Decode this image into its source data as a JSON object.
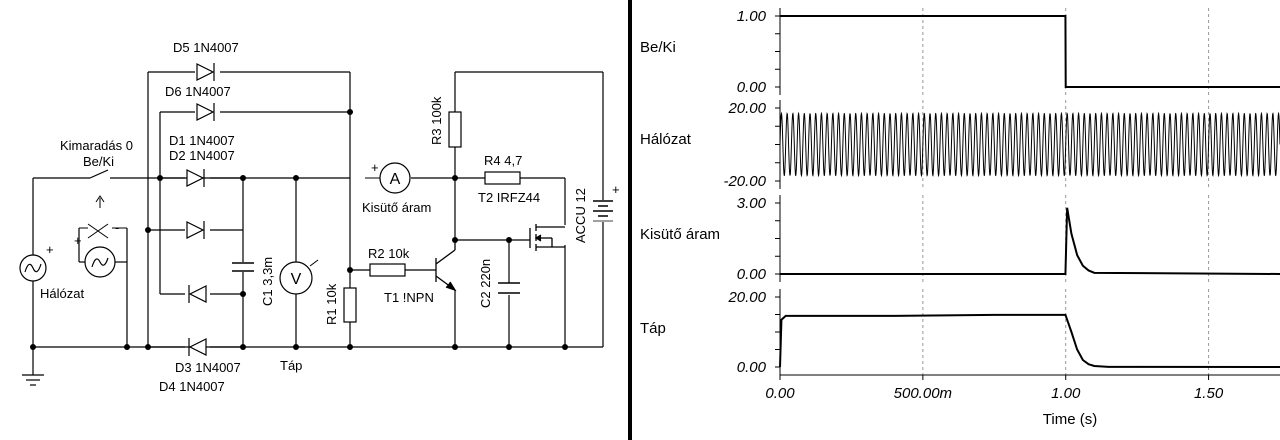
{
  "schematic": {
    "components": {
      "d5": "D5 1N4007",
      "d6": "D6 1N4007",
      "d1": "D1 1N4007",
      "d2": "D2 1N4007",
      "d3": "D3 1N4007",
      "d4": "D4 1N4007",
      "outage": "Kimaradás 0",
      "switch": "Be/Ki",
      "mains": "Hálózat",
      "c1": "C1 3,3m",
      "meter_label": "Kisütő áram",
      "r1": "R1 10k",
      "r2": "R2 10k",
      "t1": "T1 !NPN",
      "r3": "R3 100k",
      "r4": "R4 4,7",
      "t2": "T2 IRFZ44",
      "c2": "C2 220n",
      "accu": "ACCU 12",
      "supply": "Táp",
      "ammeter_symbol": "A",
      "voltmeter_symbol": "V"
    }
  },
  "scope": {
    "xlabel": "Time (s)",
    "x_ticks": [
      "0.00",
      "500.00m",
      "1.00",
      "1.50"
    ],
    "panels": [
      {
        "name": "Be/Ki",
        "yticks": [
          "1.00",
          "0.00"
        ]
      },
      {
        "name": "Hálózat",
        "yticks": [
          "20.00",
          "-20.00"
        ]
      },
      {
        "name": "Kisütő áram",
        "yticks": [
          "3.00",
          "0.00"
        ]
      },
      {
        "name": "Táp",
        "yticks": [
          "20.00",
          "0.00"
        ]
      }
    ]
  },
  "chart_data": [
    {
      "type": "line",
      "title": "",
      "ylabel": "Be/Ki",
      "xlabel": "",
      "xlim": [
        0,
        1.75
      ],
      "ylim": [
        0,
        1
      ],
      "series": [
        {
          "x": [
            0,
            0.999,
            1.0,
            1.75
          ],
          "values": [
            1,
            1,
            0,
            0
          ]
        }
      ]
    },
    {
      "type": "line",
      "title": "",
      "ylabel": "Hálózat",
      "xlabel": "",
      "xlim": [
        0,
        1.75
      ],
      "ylim": [
        -20,
        20
      ],
      "series": [
        {
          "signal": "sine",
          "amplitude": 17,
          "frequency_hz": 50
        }
      ]
    },
    {
      "type": "line",
      "title": "",
      "ylabel": "Kisütő áram",
      "xlabel": "",
      "xlim": [
        0,
        1.75
      ],
      "ylim": [
        0,
        3
      ],
      "series": [
        {
          "x": [
            0,
            0.999,
            1.005,
            1.02,
            1.04,
            1.06,
            1.08,
            1.1,
            1.75
          ],
          "values": [
            0,
            0,
            2.8,
            1.7,
            0.8,
            0.35,
            0.15,
            0.05,
            0
          ]
        }
      ]
    },
    {
      "type": "line",
      "title": "",
      "ylabel": "Táp",
      "xlabel": "Time (s)",
      "xlim": [
        0,
        1.75
      ],
      "ylim": [
        0,
        20
      ],
      "series": [
        {
          "x": [
            0,
            0.005,
            0.02,
            0.4,
            0.75,
            0.999,
            1.02,
            1.04,
            1.06,
            1.08,
            1.1,
            1.15,
            1.75
          ],
          "values": [
            0,
            13.5,
            14.6,
            14.6,
            14.9,
            14.9,
            10,
            5,
            2,
            0.8,
            0.3,
            0.05,
            0
          ]
        }
      ]
    }
  ]
}
